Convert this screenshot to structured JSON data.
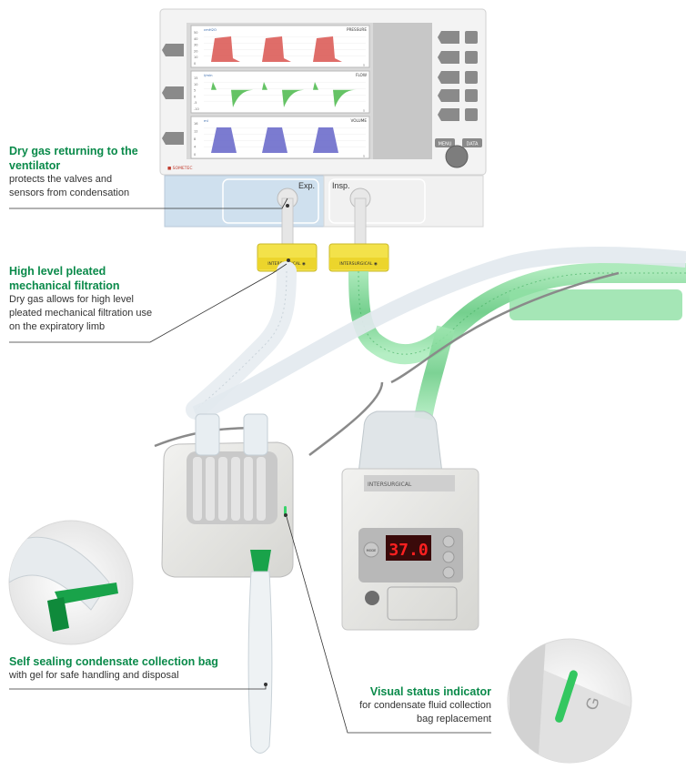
{
  "monitor": {
    "graphs": [
      {
        "label": "PRESSURE",
        "unit": "cmH2O",
        "yticks": [
          "50",
          "40",
          "30",
          "20",
          "10",
          "0"
        ],
        "color": "#d9534f"
      },
      {
        "label": "FLOW",
        "unit": "l/min",
        "yticks": [
          "15",
          "10",
          "5",
          "0",
          "-5",
          "-10"
        ],
        "color": "#4ab84a"
      },
      {
        "label": "VOLUME",
        "unit": "ml",
        "yticks": [
          "16",
          "12",
          "8",
          "4",
          "0"
        ],
        "color": "#6464c8"
      }
    ],
    "x_unit": "s",
    "menu_label": "MENU",
    "data_label": "DATA",
    "brand": "■ SOMETEC",
    "exp_label": "Exp.",
    "insp_label": "Insp."
  },
  "humidifier": {
    "temperature": "37.0",
    "mode_label": "MODE",
    "brand": "INTERSURGICAL"
  },
  "filter_label": "INTERSURGICAL ◉",
  "callouts": {
    "dry_gas": {
      "title": "Dry gas returning to the ventilator",
      "desc": "protects the valves and sensors from condensation"
    },
    "filtration": {
      "title": "High level pleated mechanical filtration",
      "desc": "Dry gas allows for high level pleated mechanical filtration use on the expiratory limb"
    },
    "collection_bag": {
      "title": "Self sealing condensate collection bag",
      "desc": "with gel for safe handling and disposal"
    },
    "status_indicator": {
      "title": "Visual status indicator",
      "desc": "for condensate fluid collection bag replacement"
    }
  },
  "colors": {
    "accent_green": "#0a8a4a",
    "tube_green": "#6fd08a",
    "led_red": "#ff2020",
    "exp_panel_blue": "#cfe0ee"
  }
}
